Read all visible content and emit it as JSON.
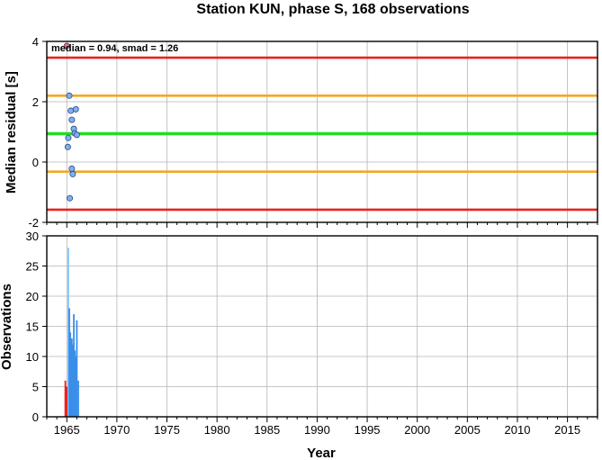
{
  "chart_data": [
    {
      "type": "scatter",
      "title": "Station KUN, phase S, 168 observations",
      "xlabel": "",
      "ylabel": "Median residual [s]",
      "xlim": [
        1963,
        2018
      ],
      "ylim": [
        -2,
        4
      ],
      "yticks": [
        "-2",
        "0",
        "2",
        "4"
      ],
      "grid": true,
      "annotation": "median = 0.94, smad = 1.26",
      "reference_lines": [
        {
          "y": 0.94,
          "color": "#22dd22"
        },
        {
          "y": 2.2,
          "color": "#f5a623"
        },
        {
          "y": -0.32,
          "color": "#f5a623"
        },
        {
          "y": 3.46,
          "color": "#e8231f"
        },
        {
          "y": -1.58,
          "color": "#e8231f"
        }
      ],
      "points": [
        {
          "x": 1965.0,
          "y": 3.85,
          "color": "#f26b6b"
        },
        {
          "x": 1965.1,
          "y": 0.5
        },
        {
          "x": 1965.15,
          "y": 0.8
        },
        {
          "x": 1965.25,
          "y": 2.2
        },
        {
          "x": 1965.3,
          "y": -1.2
        },
        {
          "x": 1965.4,
          "y": 1.7
        },
        {
          "x": 1965.5,
          "y": 1.4
        },
        {
          "x": 1965.5,
          "y": -0.22
        },
        {
          "x": 1965.6,
          "y": -0.4
        },
        {
          "x": 1965.7,
          "y": 1.1
        },
        {
          "x": 1965.8,
          "y": 0.95
        },
        {
          "x": 1965.9,
          "y": 1.75
        },
        {
          "x": 1966.0,
          "y": 0.9
        }
      ],
      "point_color": "#7fb0f0"
    },
    {
      "type": "bar",
      "title": "",
      "xlabel": "Year",
      "ylabel": "Observations",
      "xlim": [
        1963,
        2018
      ],
      "ylim": [
        0,
        30
      ],
      "yticks": [
        "0",
        "5",
        "10",
        "15",
        "20",
        "25",
        "30"
      ],
      "xticks": [
        "1965",
        "1970",
        "1975",
        "1980",
        "1985",
        "1990",
        "1995",
        "2000",
        "2005",
        "2010",
        "2015"
      ],
      "grid": true,
      "bars": [
        {
          "x": 1964.85,
          "y": 6,
          "color": "#e8231f"
        },
        {
          "x": 1965.0,
          "y": 5,
          "color": "#e8231f"
        },
        {
          "x": 1965.15,
          "y": 28,
          "color": "#88c2ff"
        },
        {
          "x": 1965.25,
          "y": 18,
          "color": "#3b8ee8"
        },
        {
          "x": 1965.35,
          "y": 14,
          "color": "#3b8ee8"
        },
        {
          "x": 1965.45,
          "y": 7,
          "color": "#3b8ee8"
        },
        {
          "x": 1965.5,
          "y": 13,
          "color": "#3b8ee8"
        },
        {
          "x": 1965.6,
          "y": 12,
          "color": "#3b8ee8"
        },
        {
          "x": 1965.7,
          "y": 17,
          "color": "#3b8ee8"
        },
        {
          "x": 1965.8,
          "y": 11,
          "color": "#3b8ee8"
        },
        {
          "x": 1965.9,
          "y": 10,
          "color": "#3b8ee8"
        },
        {
          "x": 1966.0,
          "y": 16,
          "color": "#3b8ee8"
        },
        {
          "x": 1966.15,
          "y": 6,
          "color": "#3b8ee8"
        }
      ]
    }
  ]
}
